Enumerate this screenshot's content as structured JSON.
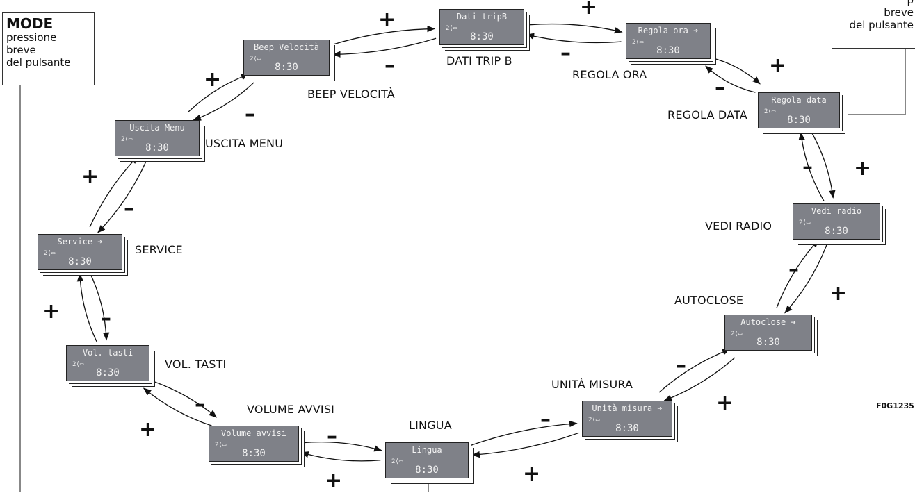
{
  "mode_box": {
    "heading": "MODE",
    "lines": [
      "pressione",
      "breve",
      "del pulsante"
    ]
  },
  "top_box": {
    "lines": [
      "p",
      "breve",
      "del pulsante"
    ]
  },
  "figure_code": "F0G1235",
  "clock": "8:30",
  "screens": [
    {
      "id": "dati-trip-b",
      "display": "Dati tripB",
      "caption": "DATI TRIP B",
      "arrow": false
    },
    {
      "id": "regola-ora",
      "display": "Regola ora",
      "caption": "REGOLA ORA",
      "arrow": true
    },
    {
      "id": "regola-data",
      "display": "Regola data",
      "caption": "REGOLA DATA",
      "arrow": false
    },
    {
      "id": "vedi-radio",
      "display": "Vedi radio",
      "caption": "VEDI RADIO",
      "arrow": false
    },
    {
      "id": "autoclose",
      "display": "Autoclose",
      "caption": "AUTOCLOSE",
      "arrow": true
    },
    {
      "id": "unita-misura",
      "display": "Unità misura",
      "caption": "UNITÀ MISURA",
      "arrow": true
    },
    {
      "id": "lingua",
      "display": "Lingua",
      "caption": "LINGUA",
      "arrow": false
    },
    {
      "id": "volume-avvisi",
      "display": "Volume avvisi",
      "caption": "VOLUME AVVISI",
      "arrow": false
    },
    {
      "id": "vol-tasti",
      "display": "Vol. tasti",
      "caption": "VOL. TASTI",
      "arrow": false
    },
    {
      "id": "service",
      "display": "Service",
      "caption": "SERVICE",
      "arrow": true
    },
    {
      "id": "uscita-menu",
      "display": "Uscita Menu",
      "caption": "USCITA MENU",
      "arrow": false
    },
    {
      "id": "beep-velocita",
      "display": "Beep Velocità",
      "caption": "BEEP VELOCITÀ",
      "arrow": false
    }
  ],
  "signs": {
    "plus": "+",
    "minus": "–"
  },
  "arrow_glyph": "➔"
}
